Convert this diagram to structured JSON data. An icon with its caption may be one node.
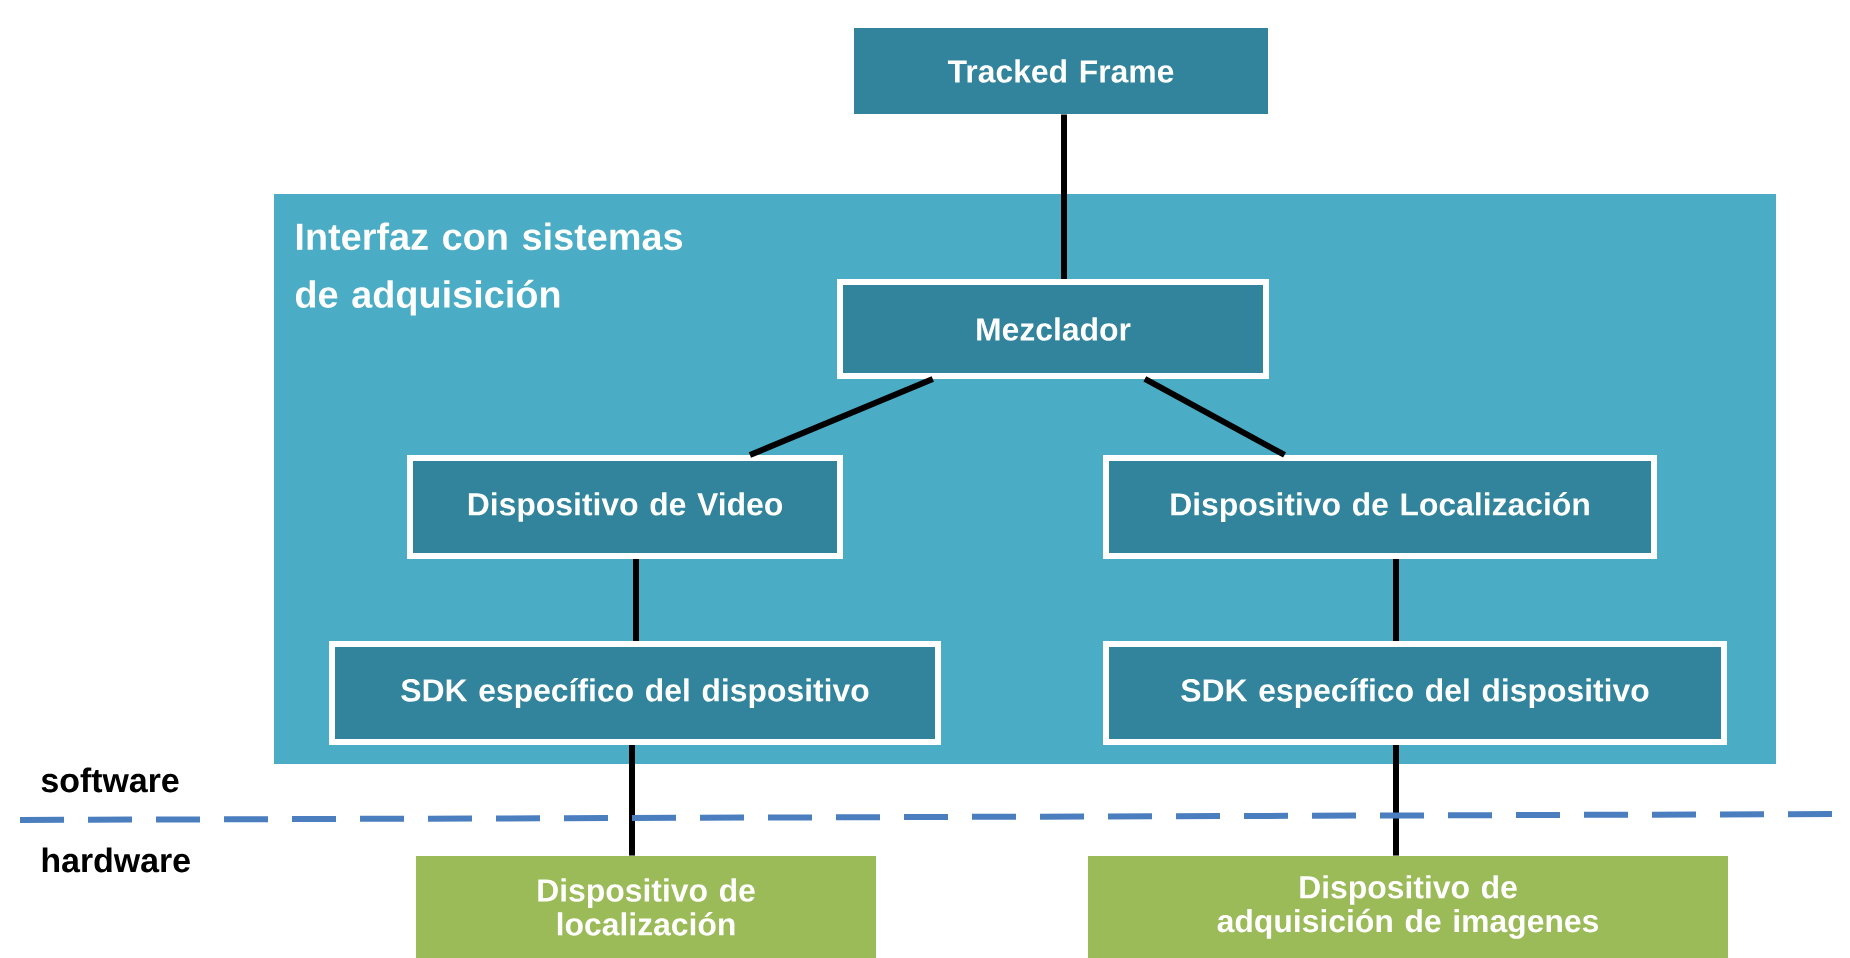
{
  "diagram": {
    "nodes": [
      {
        "text": [
          "Tracked Frame"
        ]
      },
      {
        "text": [
          "Interfaz con sistemas de adquisición"
        ]
      },
      {
        "text": [
          "Mezclador"
        ],
        "in": 1
      },
      {
        "text": [
          "Dispositivo de Video"
        ],
        "in": 1
      },
      {
        "text": [
          "Dispositivo de Localización"
        ],
        "in": 1
      },
      {
        "text": [
          "SDK específico del dispositivo"
        ],
        "in": 1
      },
      {
        "text": [
          "SDK específico del dispositivo"
        ],
        "in": 1
      },
      {
        "text": [
          "Dispositivo de localización"
        ]
      },
      {
        "text": [
          "Dispositivo de adquisición de imagenes"
        ]
      }
    ],
    "edges": [
      {
        "from": 0,
        "to": 2,
        "arrow": "none"
      },
      {
        "from": 2,
        "to": 3,
        "arrow": "none"
      },
      {
        "from": 2,
        "to": 4,
        "arrow": "none"
      },
      {
        "from": 3,
        "to": 5,
        "arrow": "none"
      },
      {
        "from": 4,
        "to": 6,
        "arrow": "none"
      },
      {
        "from": 5,
        "to": 7,
        "arrow": "none"
      },
      {
        "from": 6,
        "to": 8,
        "arrow": "none"
      }
    ],
    "labels": [
      "software",
      "hardware"
    ]
  }
}
